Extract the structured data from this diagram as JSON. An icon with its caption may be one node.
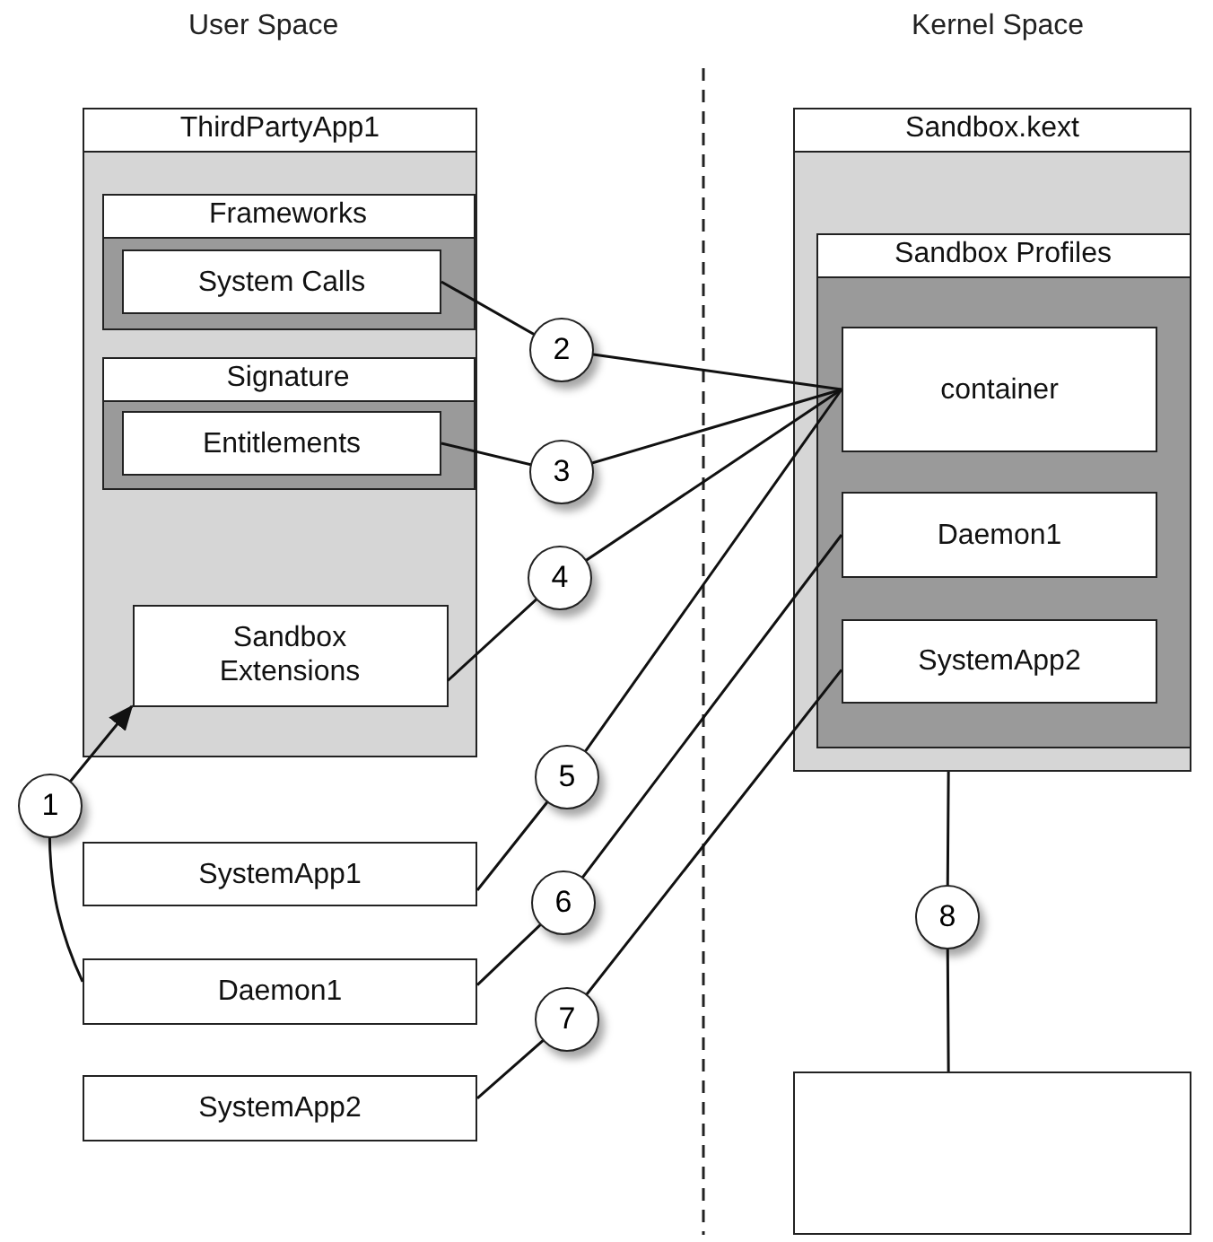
{
  "diagram": {
    "nodes": [
      {
        "text": [
          "ThirdPartyApp1"
        ]
      },
      {
        "text": [
          "Frameworks"
        ],
        "in": 0
      },
      {
        "text": [
          "System Calls"
        ],
        "in": 1
      },
      {
        "text": [
          "Signature"
        ],
        "in": 0
      },
      {
        "text": [
          "Entitlements"
        ],
        "in": 3
      },
      {
        "text": [
          "Sandbox Extensions"
        ],
        "in": 0
      },
      {
        "text": [
          "SystemApp1"
        ]
      },
      {
        "text": [
          "Daemon1"
        ]
      },
      {
        "text": [
          "SystemApp2"
        ]
      },
      {
        "text": [
          "Sandbox.kext"
        ]
      },
      {
        "text": [
          "Sandbox Profiles"
        ],
        "in": 9
      },
      {
        "text": [
          "container"
        ],
        "in": 10
      },
      {
        "text": [
          "Daemon1"
        ],
        "in": 10
      },
      {
        "text": [
          "SystemApp2"
        ],
        "in": 10
      },
      {
        "text": [],
        "shape": "box"
      }
    ],
    "edges": [
      {
        "from": 7,
        "to": 5,
        "arrow": "to",
        "label": "1"
      },
      {
        "from": 2,
        "to": 11,
        "arrow": "none",
        "label": "2"
      },
      {
        "from": 4,
        "to": 11,
        "arrow": "none",
        "label": "3"
      },
      {
        "from": 5,
        "to": 11,
        "arrow": "none",
        "label": "4"
      },
      {
        "from": 6,
        "to": 11,
        "arrow": "none",
        "label": "5"
      },
      {
        "from": 7,
        "to": 12,
        "arrow": "none",
        "label": "6"
      },
      {
        "from": 8,
        "to": 13,
        "arrow": "none",
        "label": "7"
      },
      {
        "from": 9,
        "to": 14,
        "arrow": "none",
        "label": "8"
      }
    ],
    "labels": [
      "User Space",
      "Kernel Space"
    ]
  }
}
